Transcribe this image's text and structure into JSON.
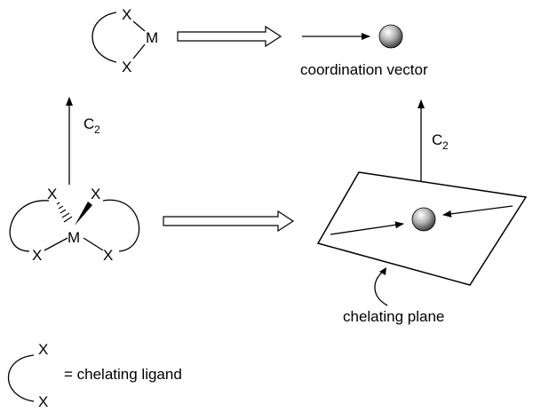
{
  "atoms": {
    "x": "X",
    "m": "M"
  },
  "axis_label": {
    "main": "C",
    "subscript": "2"
  },
  "labels": {
    "coordination_vector": "coordination vector",
    "chelating_plane": "chelating plane",
    "legend": "= chelating ligand"
  },
  "colors": {
    "stroke": "#000000",
    "sphere_highlight": "#ffffff",
    "sphere_mid": "#b5b5b5",
    "sphere_dark": "#2a2a2a"
  }
}
